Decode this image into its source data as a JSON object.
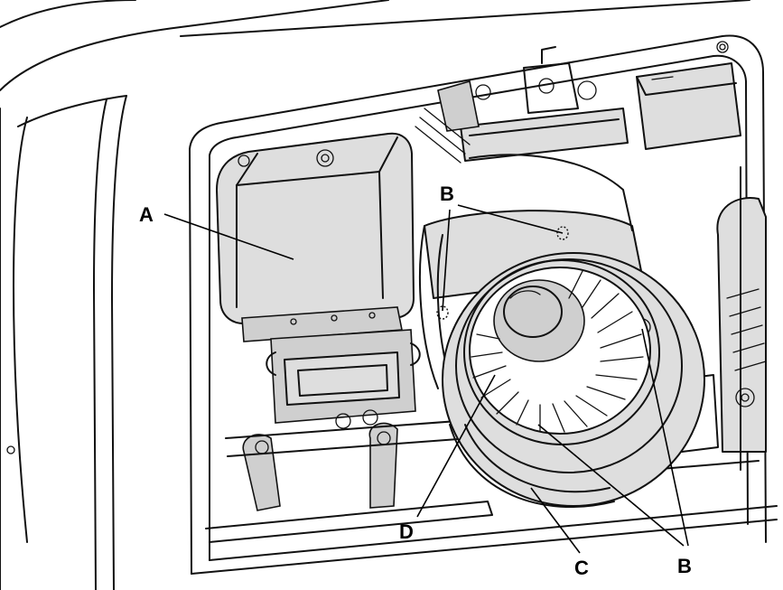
{
  "labels": {
    "a": "A",
    "b_top": "B",
    "b_bottom": "B",
    "c": "C",
    "d": "D"
  }
}
